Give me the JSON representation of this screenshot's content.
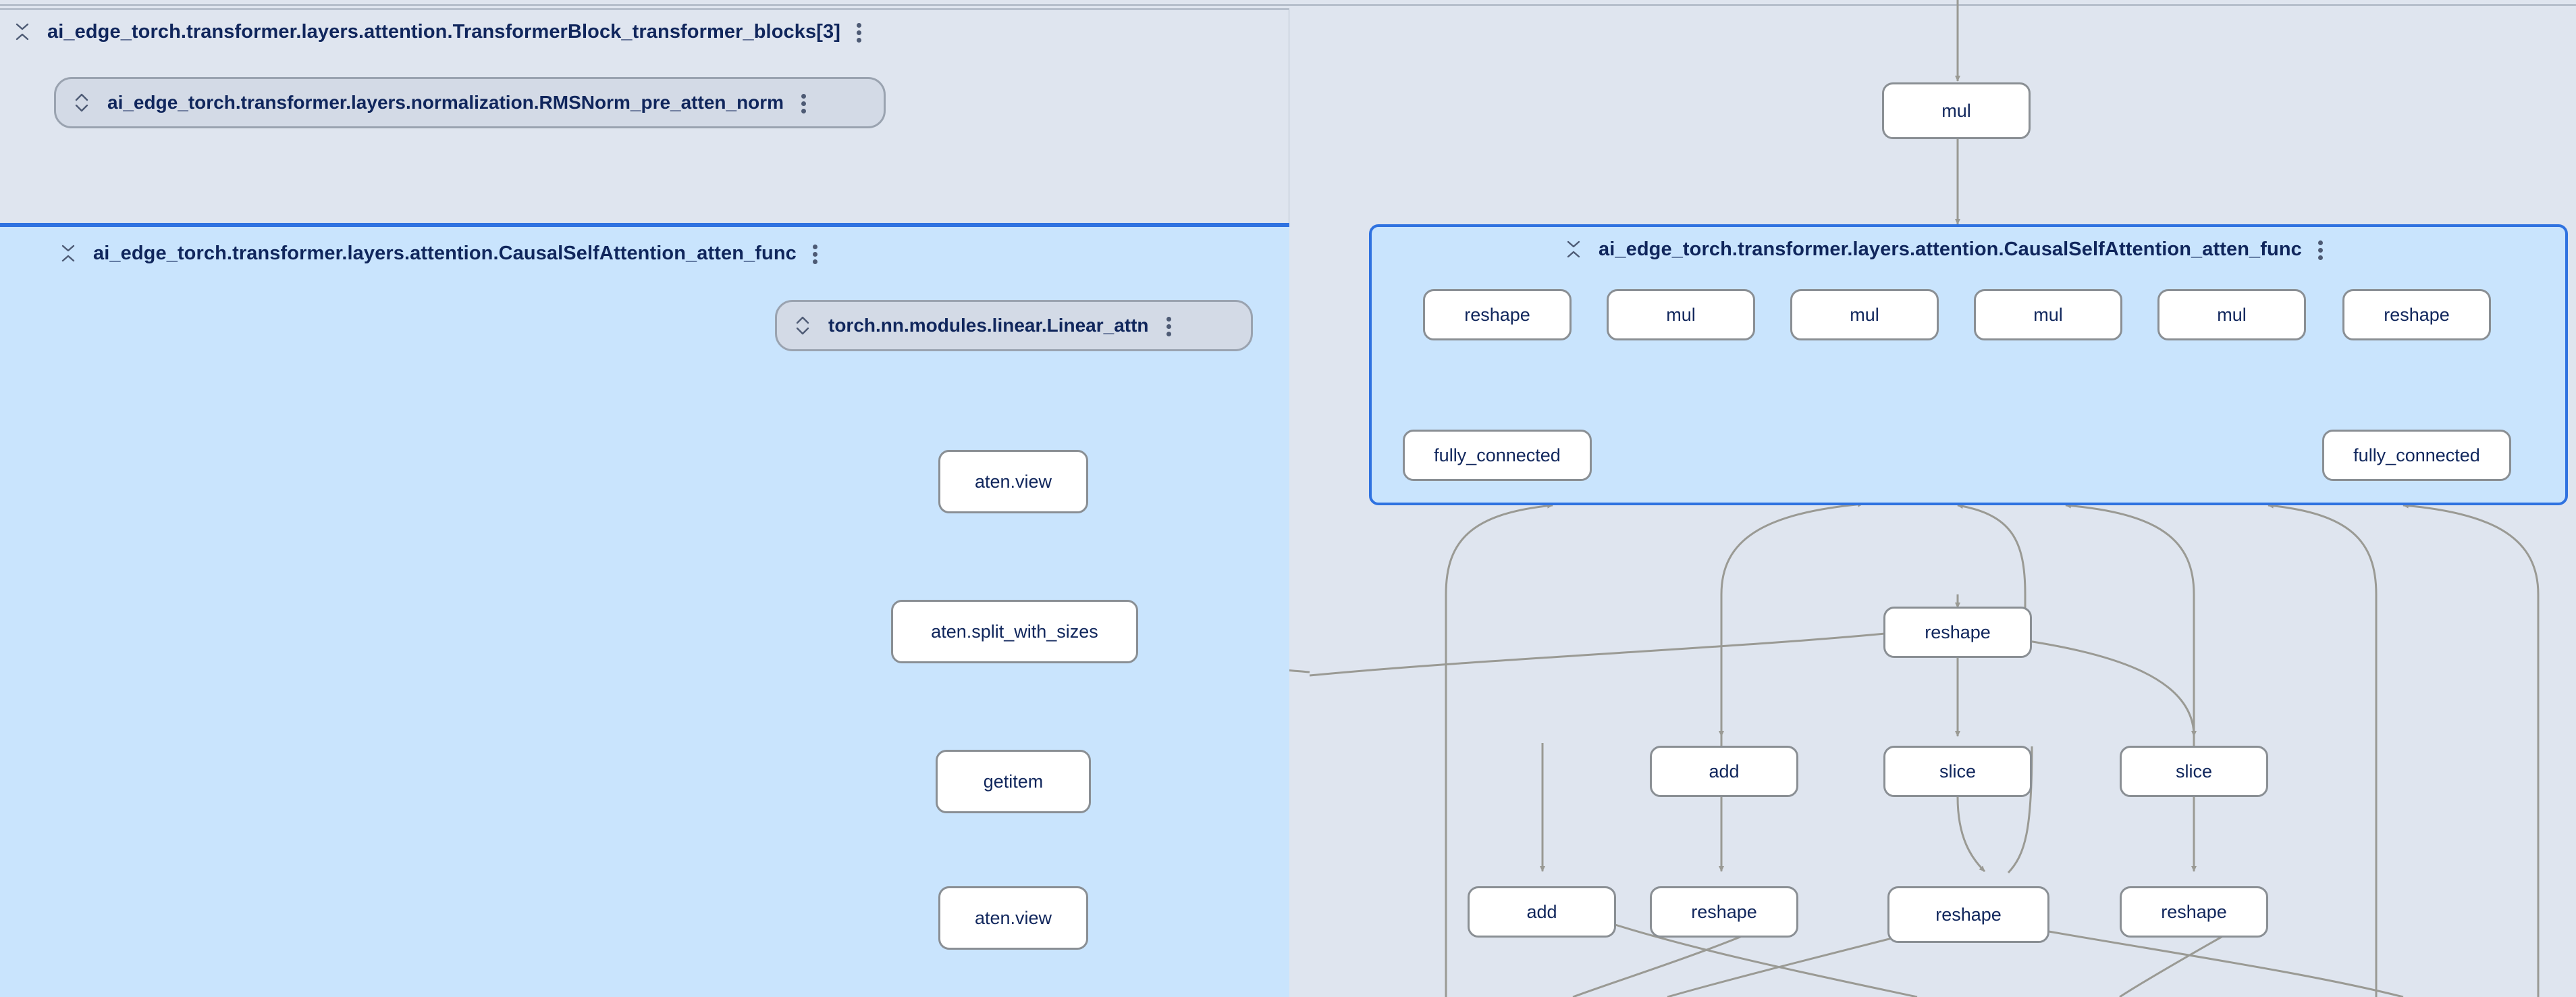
{
  "app": {
    "kind": "model-graph-viewer",
    "background_color": "#dfe5ef",
    "selected_group_fill": "#c9e4fd",
    "selected_group_border": "#2f72e0",
    "node_fill": "#ffffff",
    "node_border": "#8a8f94",
    "module_node_fill": "#d3dae6",
    "text_color": "#10265c",
    "edge_color": "#9a9a94"
  },
  "groups": [
    {
      "id": "transformer-block",
      "label": "ai_edge_torch.transformer.layers.attention.TransformerBlock_transformer_blocks[3]",
      "toggle_icon": "collapse-icon",
      "menu_icon": "more-vert-icon",
      "selected": false
    },
    {
      "id": "causal-self-attention-left",
      "label": "ai_edge_torch.transformer.layers.attention.CausalSelfAttention_atten_func",
      "toggle_icon": "collapse-icon",
      "menu_icon": "more-vert-icon",
      "selected": true
    },
    {
      "id": "causal-self-attention-right",
      "label": "ai_edge_torch.transformer.layers.attention.CausalSelfAttention_atten_func",
      "toggle_icon": "collapse-icon",
      "menu_icon": "more-vert-icon",
      "selected": true
    }
  ],
  "module_nodes": [
    {
      "id": "rmsnorm",
      "label": "ai_edge_torch.transformer.layers.normalization.RMSNorm_pre_atten_norm",
      "toggle_icon": "expand-icon",
      "menu_icon": "more-vert-icon"
    },
    {
      "id": "linear-attn",
      "label": "torch.nn.modules.linear.Linear_attn",
      "toggle_icon": "expand-icon",
      "menu_icon": "more-vert-icon"
    }
  ],
  "op_nodes": [
    {
      "id": "n-aten-view-1",
      "label": "aten.view"
    },
    {
      "id": "n-split-with-sizes",
      "label": "aten.split_with_sizes"
    },
    {
      "id": "n-getitem",
      "label": "getitem"
    },
    {
      "id": "n-aten-view-2",
      "label": "aten.view"
    },
    {
      "id": "n-mul-top",
      "label": "mul"
    },
    {
      "id": "n-reshape-a",
      "label": "reshape"
    },
    {
      "id": "n-mul-a",
      "label": "mul"
    },
    {
      "id": "n-mul-b",
      "label": "mul"
    },
    {
      "id": "n-mul-c",
      "label": "mul"
    },
    {
      "id": "n-mul-d",
      "label": "mul"
    },
    {
      "id": "n-reshape-b",
      "label": "reshape"
    },
    {
      "id": "n-fully-connected-a",
      "label": "fully_connected"
    },
    {
      "id": "n-fully-connected-b",
      "label": "fully_connected"
    },
    {
      "id": "n-reshape-c",
      "label": "reshape"
    },
    {
      "id": "n-add-a",
      "label": "add"
    },
    {
      "id": "n-slice-a",
      "label": "slice"
    },
    {
      "id": "n-slice-b",
      "label": "slice"
    },
    {
      "id": "n-add-b",
      "label": "add"
    },
    {
      "id": "n-reshape-d",
      "label": "reshape"
    },
    {
      "id": "n-reshape-e",
      "label": "reshape"
    },
    {
      "id": "n-reshape-f",
      "label": "reshape"
    }
  ]
}
